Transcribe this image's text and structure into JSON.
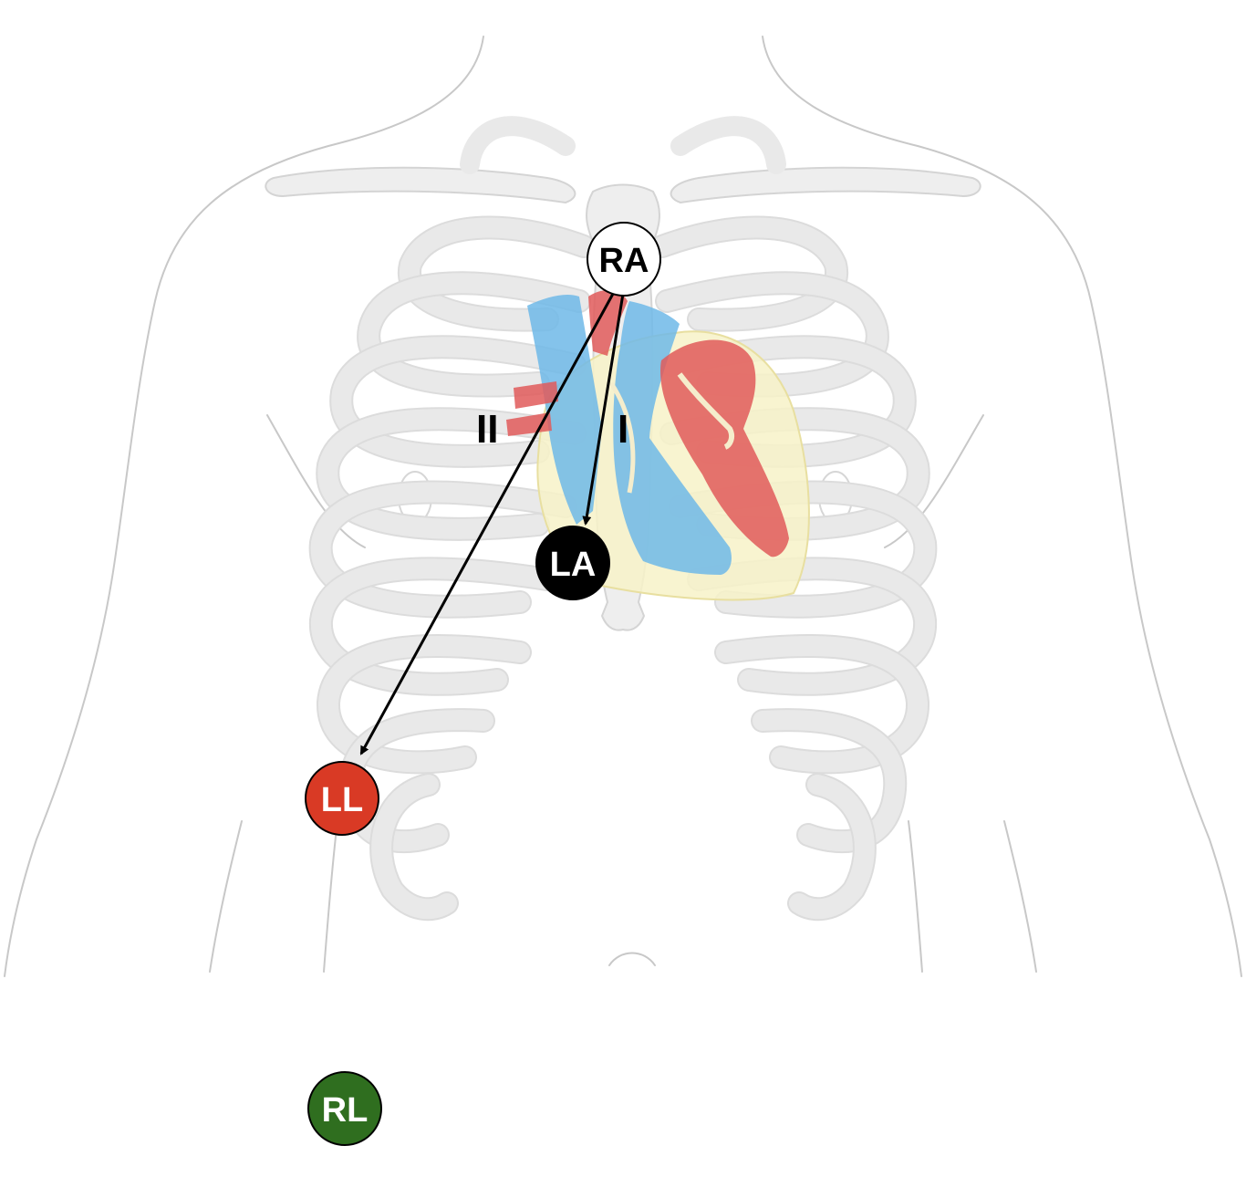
{
  "electrodes": {
    "ra": {
      "label": "RA",
      "fill": "#ffffff",
      "text_color": "#000000"
    },
    "la": {
      "label": "LA",
      "fill": "#000000",
      "text_color": "#ffffff"
    },
    "ll": {
      "label": "LL",
      "fill": "#d93a25",
      "text_color": "#ffffff"
    },
    "rl": {
      "label": "RL",
      "fill": "#2f6e1f",
      "text_color": "#ffffff"
    }
  },
  "leads": {
    "lead_i": {
      "label": "I"
    },
    "lead_ii": {
      "label": "II"
    }
  },
  "colors": {
    "heart_red": "#e05a5a",
    "vessel_blue": "#6fb8e8",
    "pericardium_yellow": "#f7f2c8",
    "bone_gray": "#eeeeee",
    "outline_gray": "#c8c8c8"
  }
}
